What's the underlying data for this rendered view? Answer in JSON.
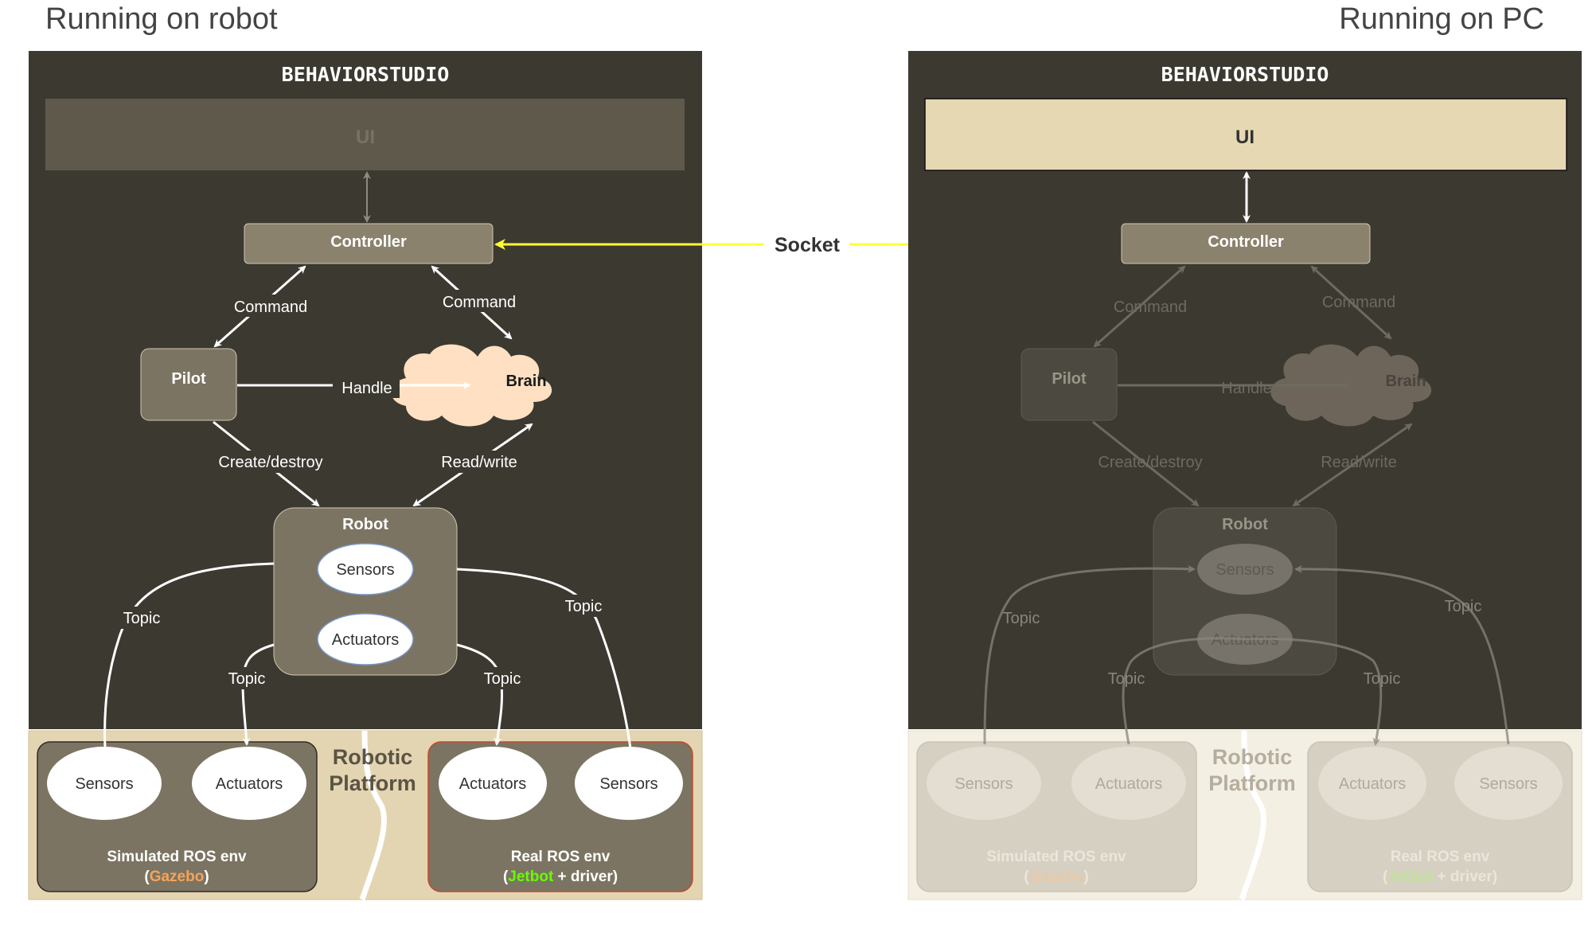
{
  "headings": {
    "left": "Running on robot",
    "right": "Running on PC"
  },
  "socket_label": "Socket",
  "panels": [
    {
      "app_title": "BEHAVIORSTUDIO",
      "ui": "UI",
      "controller": "Controller",
      "pilot": "Pilot",
      "brain": "Brain",
      "robot": "Robot",
      "robot_sensors": "Sensors",
      "robot_actuators": "Actuators",
      "edge_command_left": "Command",
      "edge_command_right": "Command",
      "edge_handle": "Handle",
      "edge_create_destroy": "Create/destroy",
      "edge_read_write": "Read/write",
      "topic_outer_left": "Topic",
      "topic_inner_left": "Topic",
      "topic_inner_right": "Topic",
      "topic_outer_right": "Topic",
      "platform_line1": "Robotic",
      "platform_line2": "Platform",
      "sim_sensors": "Sensors",
      "sim_actuators": "Actuators",
      "sim_title": "Simulated ROS env",
      "sim_open": "(",
      "sim_engine": "Gazebo",
      "sim_close": ")",
      "real_actuators": "Actuators",
      "real_sensors": "Sensors",
      "real_title": "Real ROS env",
      "real_open": "(",
      "real_board": "Jetbot",
      "real_rest": " + driver)"
    },
    {
      "app_title": "BEHAVIORSTUDIO",
      "ui": "UI",
      "controller": "Controller",
      "pilot": "Pilot",
      "brain": "Brain",
      "robot": "Robot",
      "robot_sensors": "Sensors",
      "robot_actuators": "Actuators",
      "edge_command_left": "Command",
      "edge_command_right": "Command",
      "edge_handle": "Handle",
      "edge_create_destroy": "Create/destroy",
      "edge_read_write": "Read/write",
      "topic_outer_left": "Topic",
      "topic_inner_left": "Topic",
      "topic_inner_right": "Topic",
      "topic_outer_right": "Topic",
      "platform_line1": "Robotic",
      "platform_line2": "Platform",
      "sim_sensors": "Sensors",
      "sim_actuators": "Actuators",
      "sim_title": "Simulated ROS env",
      "sim_open": "(",
      "sim_engine": "Gazebo",
      "sim_close": ")",
      "real_actuators": "Actuators",
      "real_sensors": "Sensors",
      "real_title": "Real ROS env",
      "real_open": "(",
      "real_board": "Jetbot",
      "real_rest": " + driver)"
    }
  ],
  "colors": {
    "panel_bg": "#3c3931",
    "node_fill": "#7b7462",
    "controller_fill": "#8a826d",
    "brain_fill": "#ffe0c2",
    "ui_active": "#e5d8b3",
    "platform_bg": "#e4d5b2",
    "socket_arrow": "#ffff33",
    "gazebo": "#f5a45a",
    "jetbot": "#66ff00",
    "real_border": "#c0492e"
  }
}
